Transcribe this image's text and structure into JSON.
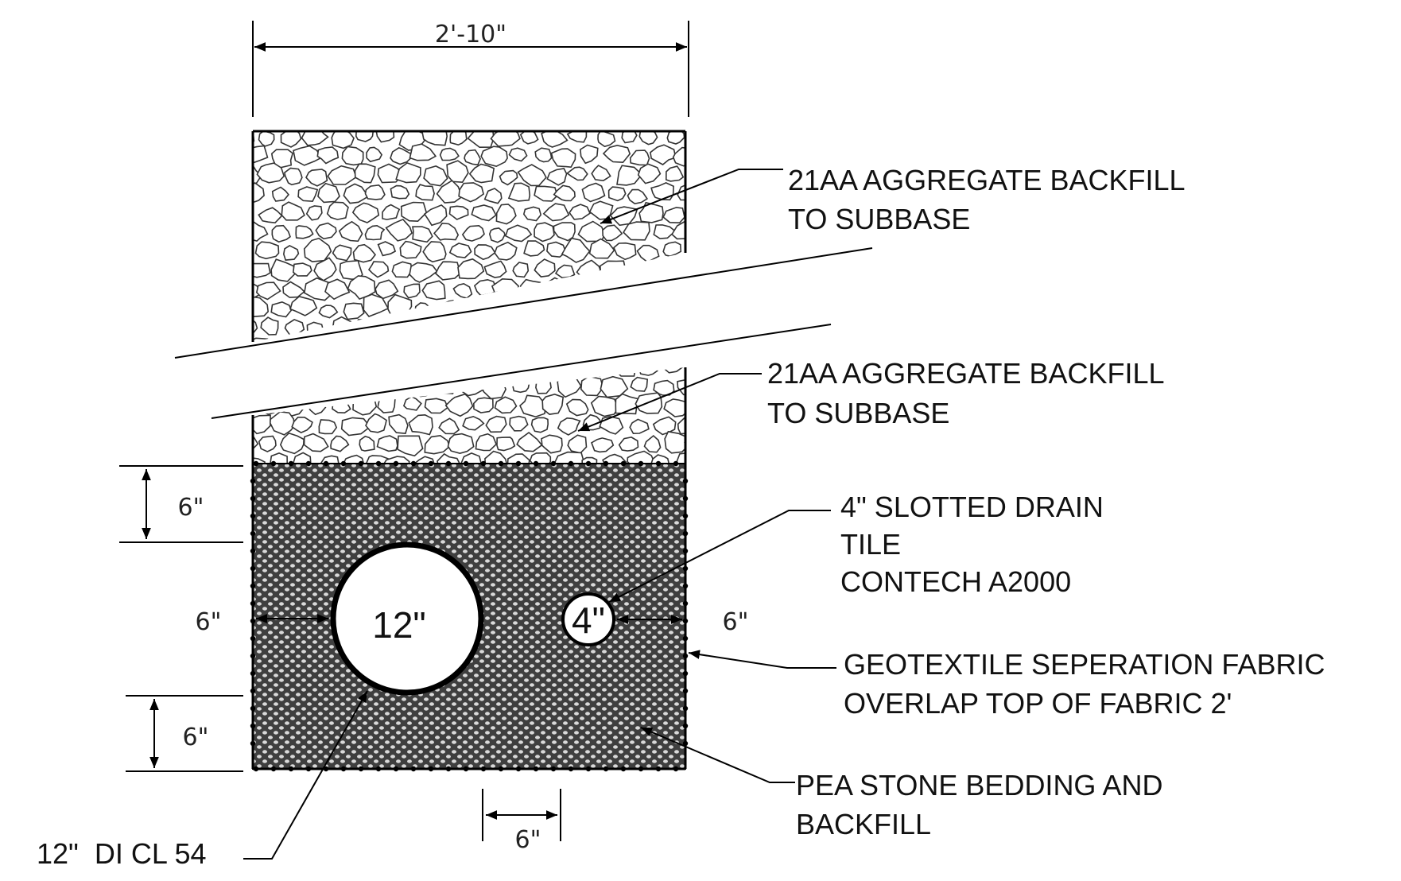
{
  "dimensions": {
    "trench_width": "2'-10\"",
    "top_cover": "6\"",
    "left_clearance": "6\"",
    "right_clearance": "6\"",
    "bottom_bedding": "6\"",
    "pipe_spacing": "6\""
  },
  "pipes": {
    "main_label": "12\"",
    "drain_label": "4\""
  },
  "callouts": {
    "aggregate_upper": [
      "21AA AGGREGATE BACKFILL",
      "TO SUBBASE"
    ],
    "aggregate_lower": [
      "21AA AGGREGATE BACKFILL",
      "TO SUBBASE"
    ],
    "drain_tile": [
      "4\" SLOTTED DRAIN",
      "TILE",
      "CONTECH A2000"
    ],
    "geotextile": [
      "GEOTEXTILE SEPERATION FABRIC",
      "OVERLAP TOP OF FABRIC 2'"
    ],
    "pea_stone": [
      "PEA STONE BEDDING AND",
      "BACKFILL"
    ],
    "main_pipe": [
      "12\"  DI CL 54"
    ]
  }
}
